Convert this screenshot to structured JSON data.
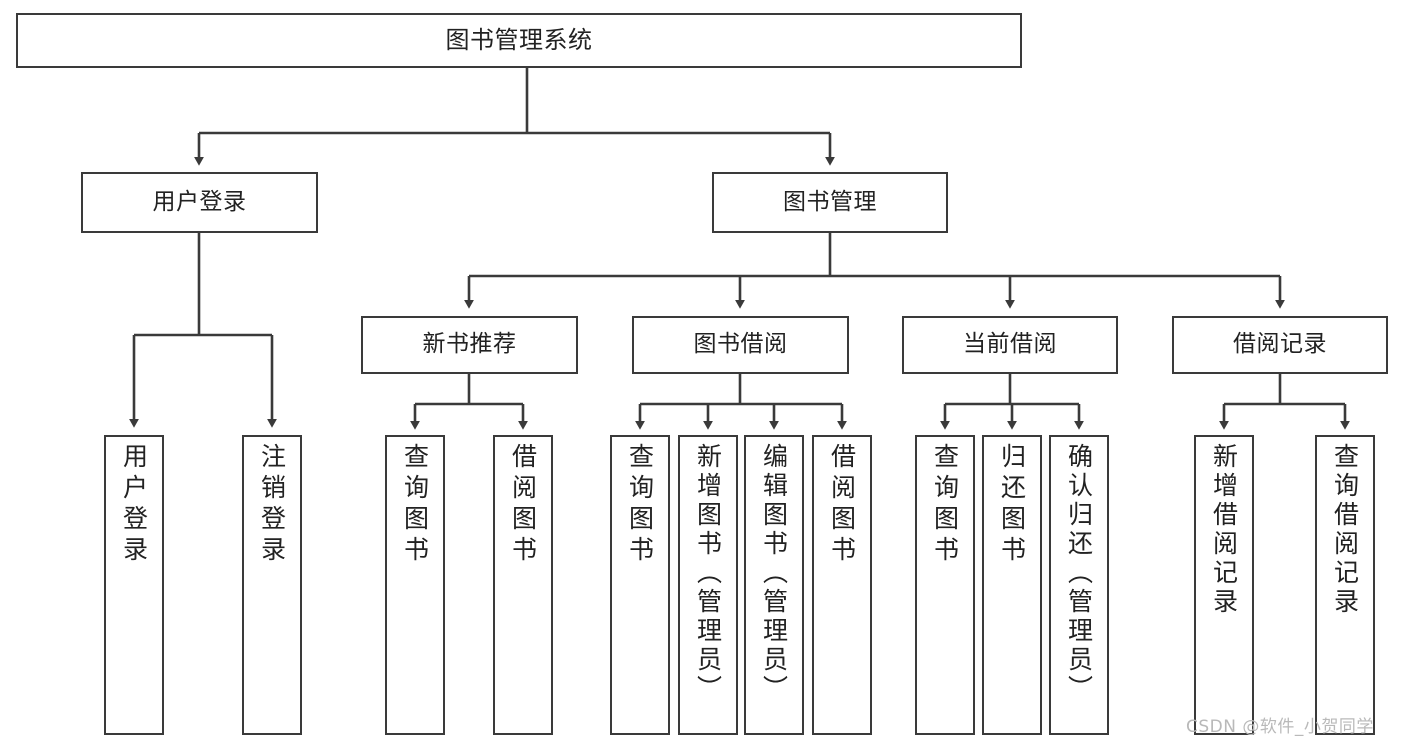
{
  "diagram": {
    "type": "tree",
    "title": "图书管理系统",
    "watermark": "CSDN @软件_小贺同学",
    "colors": {
      "stroke": "#3a3a3a",
      "fill": "#ffffff",
      "text": "#222222",
      "watermark": "#b9b9b9"
    },
    "nodes": {
      "root": "图书管理系统",
      "level1": [
        "用户登录",
        "图书管理"
      ],
      "level2": [
        "新书推荐",
        "图书借阅",
        "当前借阅",
        "借阅记录"
      ],
      "leaves": {
        "user_login": [
          "用户登录",
          "注销登录"
        ],
        "new_book": [
          "查询图书",
          "借阅图书"
        ],
        "book_borrow": [
          "查询图书",
          "新增图书（管理员）",
          "编辑图书（管理员）",
          "借阅图书"
        ],
        "current_borrow": [
          "查询图书",
          "归还图书",
          "确认归还（管理员）"
        ],
        "borrow_record": [
          "新增借阅记录",
          "查询借阅记录"
        ]
      }
    }
  }
}
